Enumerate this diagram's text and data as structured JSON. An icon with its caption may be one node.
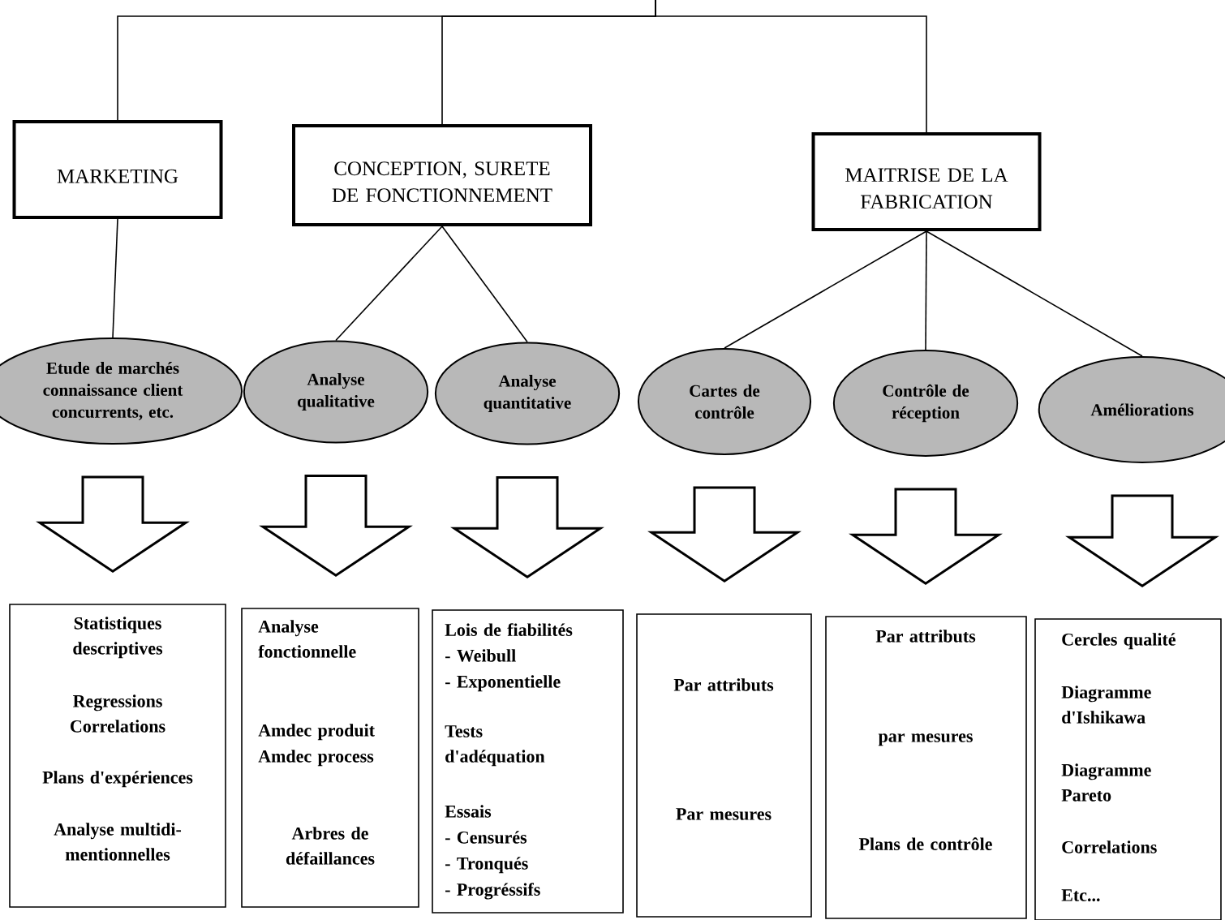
{
  "diagram": {
    "nodes": [
      {
        "text": [
          "MARKETING"
        ]
      },
      {
        "text": [
          "CONCEPTION, SURETE DE FONCTIONNEMENT"
        ]
      },
      {
        "text": [
          "MAITRISE DE LA FABRICATION"
        ]
      },
      {
        "text": [
          "Etude de marchés connaissance client concurrents, etc."
        ]
      },
      {
        "text": [
          "Analyse qualitative"
        ]
      },
      {
        "text": [
          "Analyse quantitative"
        ]
      },
      {
        "text": [
          "Cartes de contrôle"
        ]
      },
      {
        "text": [
          "Contrôle de réception"
        ]
      },
      {
        "text": [
          "Améliorations"
        ]
      },
      {
        "text": [
          "Statistiques descriptives",
          "Regressions Correlations",
          "Plans d'expériences",
          "Analyse multidi- mentionnelles"
        ]
      },
      {
        "text": [
          "Analyse fonctionnelle",
          "Amdec produit",
          "Amdec process",
          "Arbres de défaillances"
        ]
      },
      {
        "text": [
          "Lois de fiabilités",
          "- Weibull",
          "- Exponentielle",
          "Tests d'adéquation",
          "Essais",
          "- Censurés",
          "- Tronqués",
          "- Progréssifs"
        ]
      },
      {
        "text": [
          "Par attributs",
          "Par mesures"
        ]
      },
      {
        "text": [
          "Par attributs",
          "par mesures",
          "Plans de contrôle"
        ]
      },
      {
        "text": [
          "Cercles qualité",
          "Diagramme d'Ishikawa",
          "Diagramme Pareto",
          "Correlations",
          "Etc..."
        ]
      }
    ],
    "edges": [
      {
        "from": null,
        "to": 0,
        "arrow": "none"
      },
      {
        "from": null,
        "to": 1,
        "arrow": "none"
      },
      {
        "from": null,
        "to": 2,
        "arrow": "none"
      },
      {
        "from": 0,
        "to": 3,
        "arrow": "none"
      },
      {
        "from": 1,
        "to": 4,
        "arrow": "none"
      },
      {
        "from": 1,
        "to": 5,
        "arrow": "none"
      },
      {
        "from": 2,
        "to": 6,
        "arrow": "none"
      },
      {
        "from": 2,
        "to": 7,
        "arrow": "none"
      },
      {
        "from": 2,
        "to": 8,
        "arrow": "none"
      },
      {
        "from": 3,
        "to": 9,
        "arrow": "to",
        "style": "thick"
      },
      {
        "from": 4,
        "to": 10,
        "arrow": "to",
        "style": "thick"
      },
      {
        "from": 5,
        "to": 11,
        "arrow": "to",
        "style": "thick"
      },
      {
        "from": 6,
        "to": 12,
        "arrow": "to",
        "style": "thick"
      },
      {
        "from": 7,
        "to": 13,
        "arrow": "to",
        "style": "thick"
      },
      {
        "from": 8,
        "to": 14,
        "arrow": "to",
        "style": "thick"
      }
    ]
  }
}
